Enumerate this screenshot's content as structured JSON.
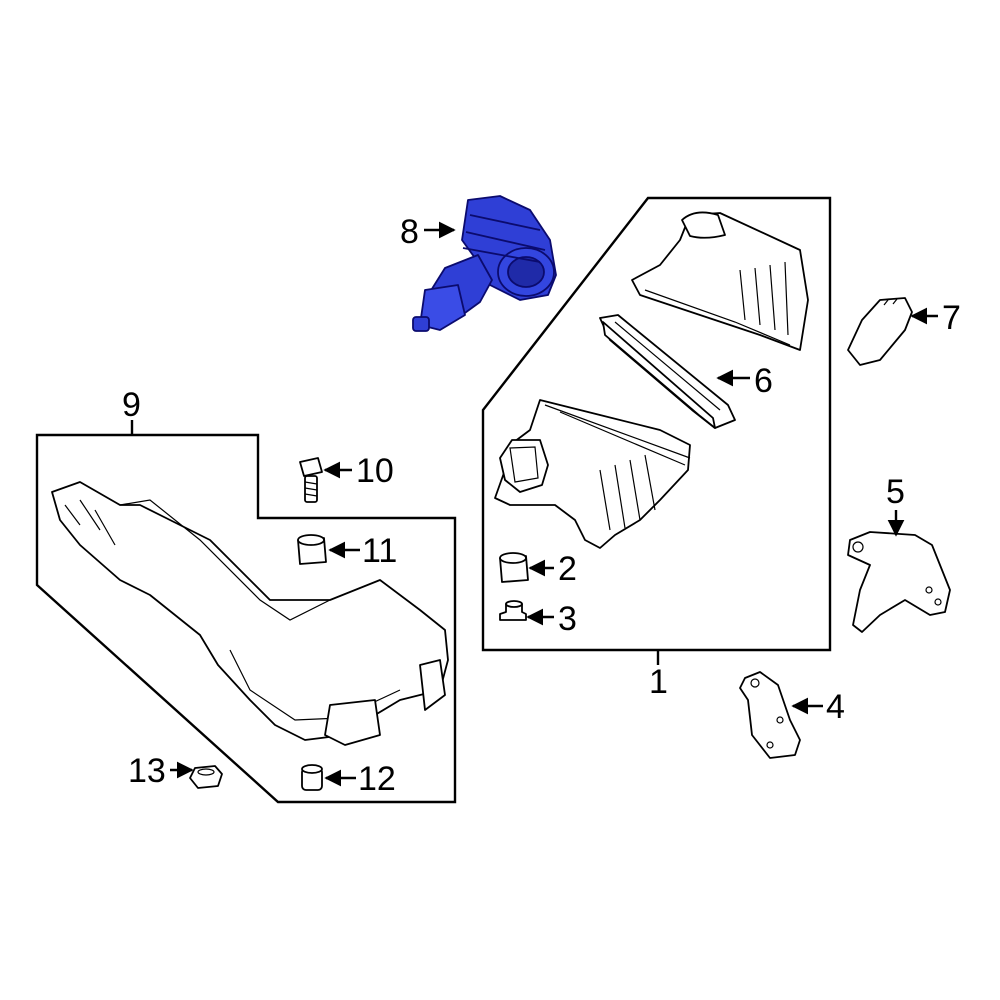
{
  "diagram": {
    "highlight_color": "#2f3fd6",
    "callouts": [
      {
        "id": "1",
        "label": "1"
      },
      {
        "id": "2",
        "label": "2"
      },
      {
        "id": "3",
        "label": "3"
      },
      {
        "id": "4",
        "label": "4"
      },
      {
        "id": "5",
        "label": "5"
      },
      {
        "id": "6",
        "label": "6"
      },
      {
        "id": "7",
        "label": "7"
      },
      {
        "id": "8",
        "label": "8"
      },
      {
        "id": "9",
        "label": "9"
      },
      {
        "id": "10",
        "label": "10"
      },
      {
        "id": "11",
        "label": "11"
      },
      {
        "id": "12",
        "label": "12"
      },
      {
        "id": "13",
        "label": "13"
      }
    ],
    "highlighted_part": "8"
  }
}
